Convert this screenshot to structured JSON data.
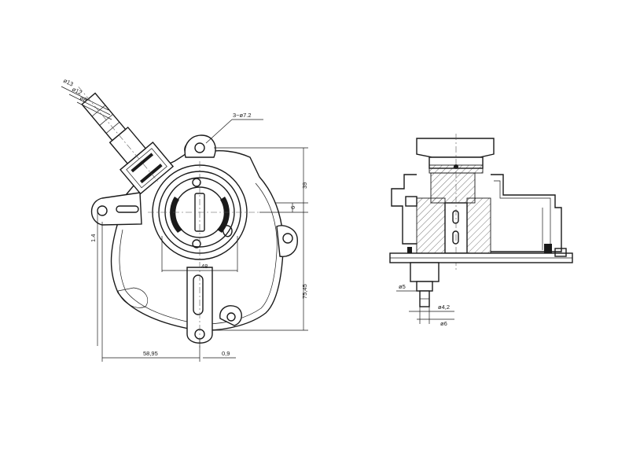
{
  "dimensions": {
    "hole_callout": "3−ø7.2",
    "d13": "ø13",
    "d12": "ø12",
    "d8": "ø8",
    "h39": "39",
    "h6": "6",
    "w48": "48",
    "h75": "75,45",
    "h1_4": "1.4",
    "w58": "58,95",
    "w0_9": "0,9",
    "side_d5": "ø5",
    "side_d4_2": "ø4,2",
    "side_d6": "ø6"
  },
  "colors": {
    "line": "#1a1a1a",
    "background": "#ffffff"
  }
}
